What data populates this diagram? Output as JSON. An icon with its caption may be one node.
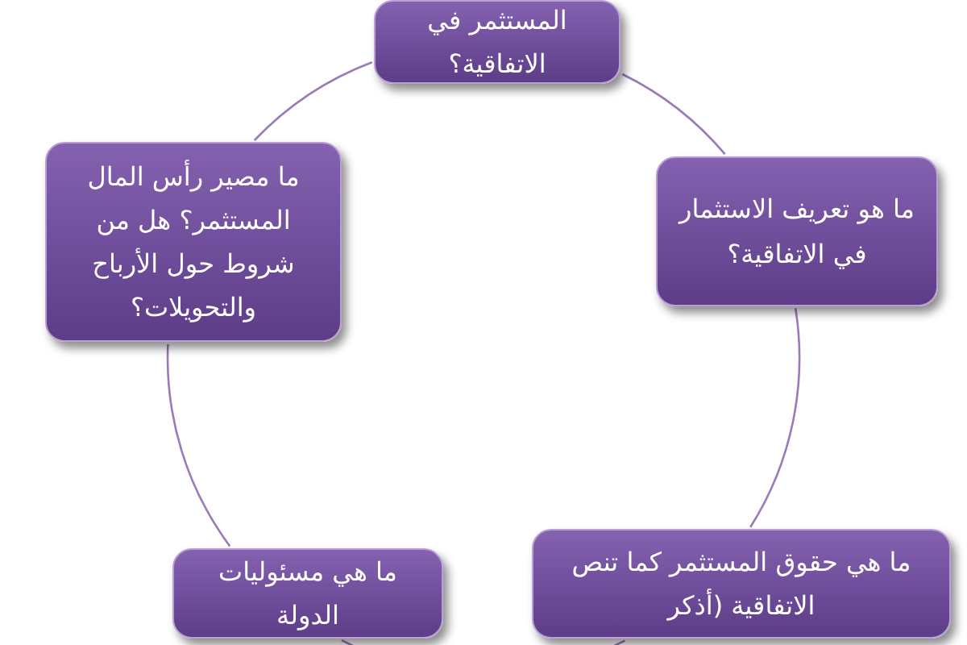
{
  "diagram": {
    "nodes": [
      {
        "text": [
          "المستثمر في الاتفاقية؟"
        ]
      },
      {
        "text": [
          "ما هو تعريف الاستثمار في الاتفاقية؟"
        ]
      },
      {
        "text": [
          "ما مصير رأس المال المستثمر؟ هل من شروط حول الأرباح والتحويلات؟"
        ]
      },
      {
        "text": [
          "ما هي حقوق المستثمر كما تنص الاتفاقية (أذكر"
        ]
      },
      {
        "text": [
          "ما هي مسئوليات الدولة"
        ]
      }
    ],
    "edges": [
      {
        "from": 0,
        "to": 1,
        "arrow": "none"
      },
      {
        "from": 1,
        "to": 3,
        "arrow": "none"
      },
      {
        "from": 3,
        "to": 4,
        "arrow": "none"
      },
      {
        "from": 4,
        "to": 2,
        "arrow": "none"
      },
      {
        "from": 2,
        "to": 0,
        "arrow": "none"
      }
    ]
  }
}
